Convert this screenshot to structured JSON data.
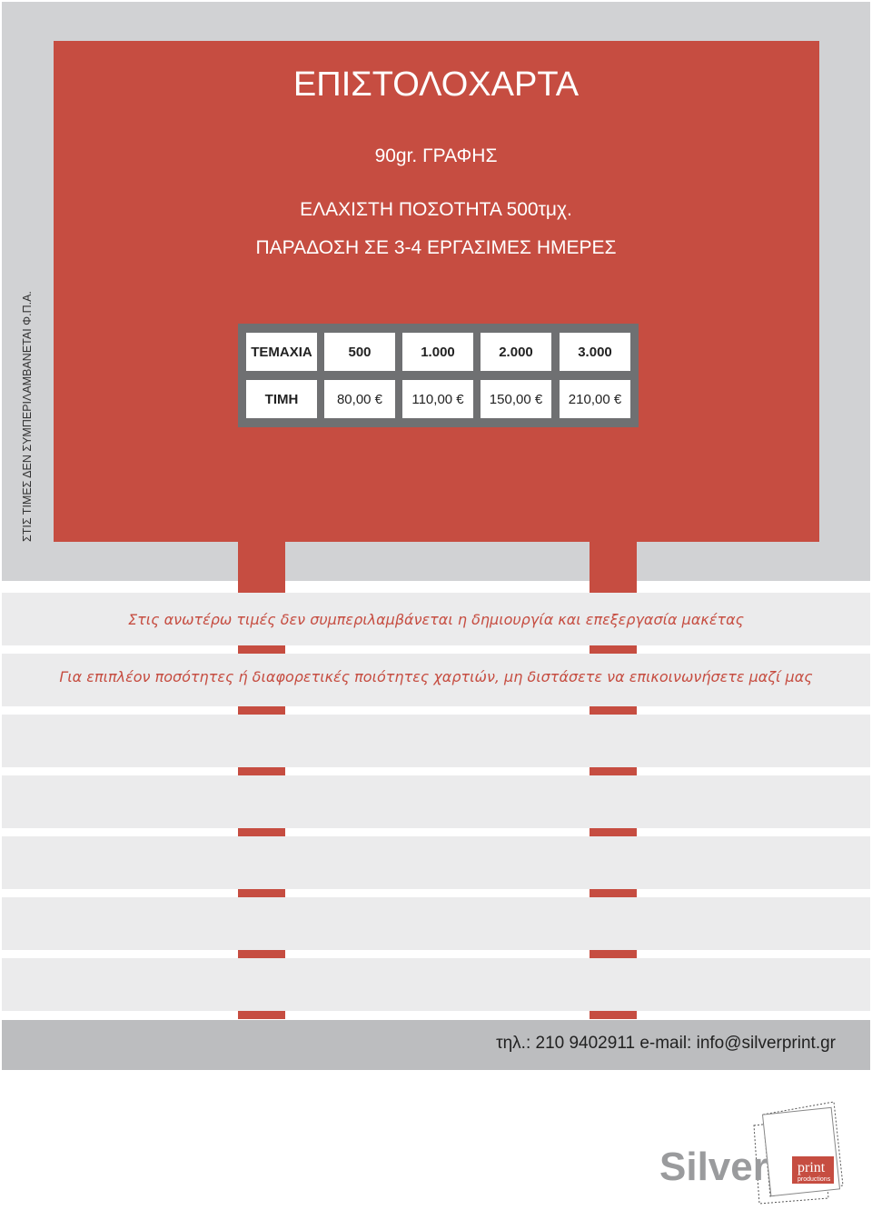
{
  "header": {
    "title": "ΕΠΙΣΤΟΛΟΧΑΡΤΑ",
    "paper": "90gr. ΓΡΑΦΗΣ",
    "min_quantity": "ΕΛΑΧΙΣΤΗ ΠΟΣΟΤΗΤΑ 500τμχ.",
    "delivery": "ΠΑΡΑΔΟΣΗ ΣΕ 3-4 ΕΡΓΑΣΙΜΕΣ ΗΜΕΡΕΣ"
  },
  "side_note": "ΣΤΙΣ ΤΙΜΕΣ ΔΕΝ ΣΥΜΠΕΡΙΛΑΜΒΑΝΕΤΑΙ Φ.Π.Α.",
  "price_table": {
    "quantity_label": "ΤΕΜΑΧΙΑ",
    "price_label": "ΤΙΜΗ",
    "quantities": [
      "500",
      "1.000",
      "2.000",
      "3.000"
    ],
    "prices": [
      "80,00 €",
      "110,00 €",
      "150,00 €",
      "210,00 €"
    ]
  },
  "notes": {
    "design_note": "Στις ανωτέρω τιμές δεν συμπεριλαμβάνεται η δημιουργία και επεξεργασία μακέτας",
    "contact_note": "Για επιπλέον ποσότητες ή διαφορετικές ποιότητες χαρτιών, μη διστάσετε να επικοινωνήσετε μαζί μας"
  },
  "footer": {
    "contact": "τηλ.: 210 9402911   e-mail: info@silverprint.gr"
  },
  "logo": {
    "brand": "Silver",
    "badge": "print",
    "sub": "productions"
  },
  "colors": {
    "accent_red": "#c64d41",
    "panel_gray": "#d1d2d4",
    "table_gray": "#6f7072",
    "stripe_gray": "#ebebec",
    "footer_gray": "#bcbdbf"
  }
}
